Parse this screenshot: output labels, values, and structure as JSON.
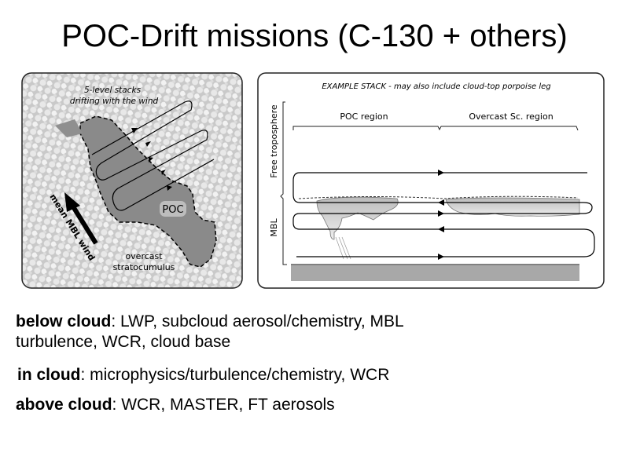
{
  "slide": {
    "title": "POC-Drift  missions (C-130 + others)"
  },
  "left_figure": {
    "stacks_label_line1": "5-level stacks",
    "stacks_label_line2": "drifting with the wind",
    "poc_label": "POC",
    "wind_label": "mean MBL wind",
    "overcast_line1": "overcast",
    "overcast_line2": "stratocumulus"
  },
  "right_figure": {
    "heading": "EXAMPLE STACK - may also include cloud-top porpoise leg",
    "poc_region": "POC region",
    "overcast_region": "Overcast Sc. region",
    "free_troposphere": "Free troposphere",
    "mbl": "MBL"
  },
  "bullets": [
    {
      "term": "below cloud",
      "text": ": LWP, subcloud aerosol/chemistry, MBL",
      "text2": "turbulence, WCR, cloud base"
    },
    {
      "term": "in cloud",
      "text": ": microphysics/turbulence/chemistry, WCR"
    },
    {
      "term": "above cloud",
      "text": ": WCR, MASTER, FT aerosols"
    }
  ]
}
